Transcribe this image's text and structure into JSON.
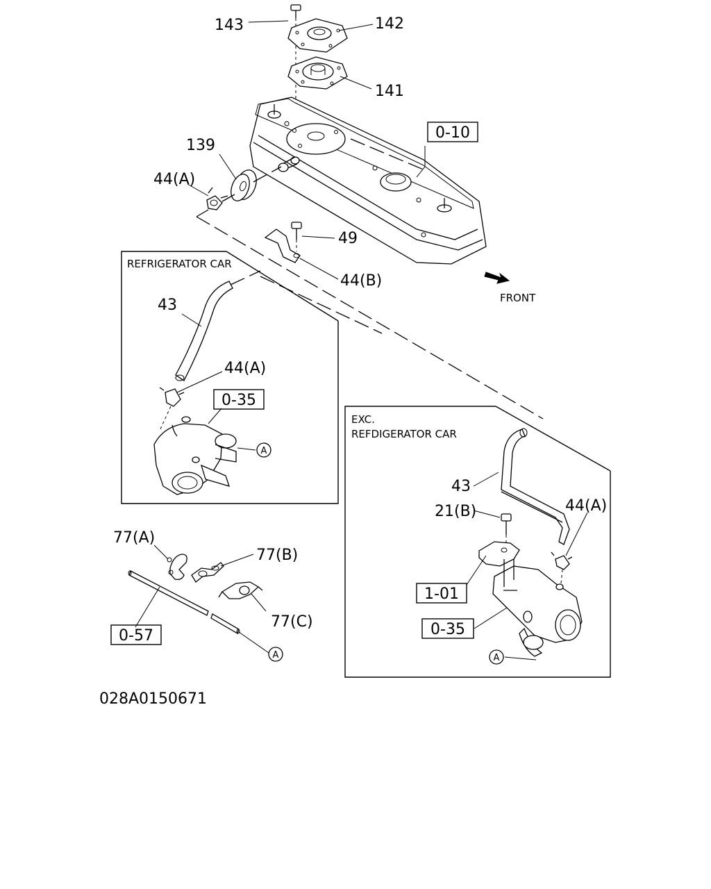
{
  "labels": {
    "p143": "143",
    "p142": "142",
    "p141": "141",
    "ref_0_10": "0-10",
    "p139": "139",
    "p44a_top": "44(A)",
    "p49": "49",
    "p44b": "44(B)",
    "front": "FRONT",
    "p43_left": "43",
    "p44a_left": "44(A)",
    "ref_0_35_left": "0-35",
    "circle_a_left": "A",
    "p77a": "77(A)",
    "p77b": "77(B)",
    "p77c": "77(C)",
    "ref_0_57": "0-57",
    "circle_a_bottom": "A",
    "p43_right": "43",
    "p21b": "21(B)",
    "p44a_right": "44(A)",
    "ref_1_01": "1-01",
    "ref_0_35_right": "0-35",
    "circle_a_right": "A",
    "drawing_code": "028A0150671"
  },
  "boxes": {
    "left_title": "REFRIGERATOR CAR",
    "right_title_line1": "EXC.",
    "right_title_line2": "REFDIGERATOR CAR"
  }
}
